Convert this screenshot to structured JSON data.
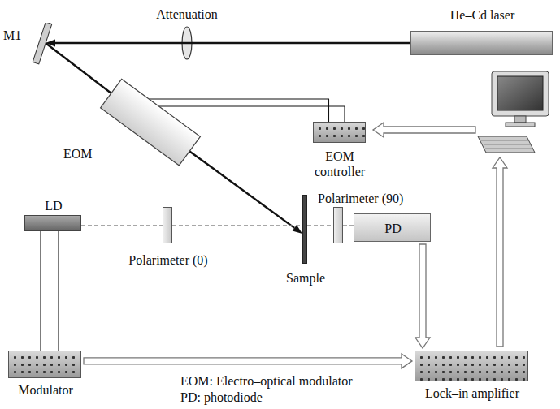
{
  "diagram": {
    "nodes": [
      {
        "text": [
          "He–Cd laser"
        ]
      },
      {
        "text": [
          "M1"
        ]
      },
      {
        "text": [
          "EOM"
        ]
      },
      {
        "text": [
          "EOM controller"
        ]
      },
      {
        "text": [
          "LD"
        ]
      },
      {
        "text": [
          "Polarimeter (0)"
        ]
      },
      {
        "text": [
          "Sample"
        ]
      },
      {
        "text": [
          "Polarimeter (90)"
        ]
      },
      {
        "text": [
          "PD"
        ]
      },
      {
        "text": [
          "Modulator"
        ]
      },
      {
        "text": [
          "Lock–in amplifier"
        ]
      }
    ],
    "edges": [
      {
        "from": 0,
        "to": 1,
        "arrow": "to"
      },
      {
        "from": 1,
        "to": 2,
        "arrow": "none"
      },
      {
        "from": 2,
        "to": 6,
        "arrow": "to"
      },
      {
        "from": 3,
        "to": 2,
        "arrow": "none"
      },
      {
        "from": 9,
        "to": 4,
        "arrow": "none"
      },
      {
        "from": 4,
        "to": 5,
        "arrow": "none"
      },
      {
        "from": 5,
        "to": 6,
        "arrow": "none"
      },
      {
        "from": 6,
        "to": 7,
        "arrow": "none"
      },
      {
        "from": 7,
        "to": 8,
        "arrow": "none"
      },
      {
        "from": 9,
        "to": 10,
        "arrow": "to"
      },
      {
        "from": 8,
        "to": 10,
        "arrow": "to"
      }
    ],
    "labels": [
      "Attenuation",
      "EOM: Electro–optical modulator",
      "PD: photodiode"
    ]
  }
}
